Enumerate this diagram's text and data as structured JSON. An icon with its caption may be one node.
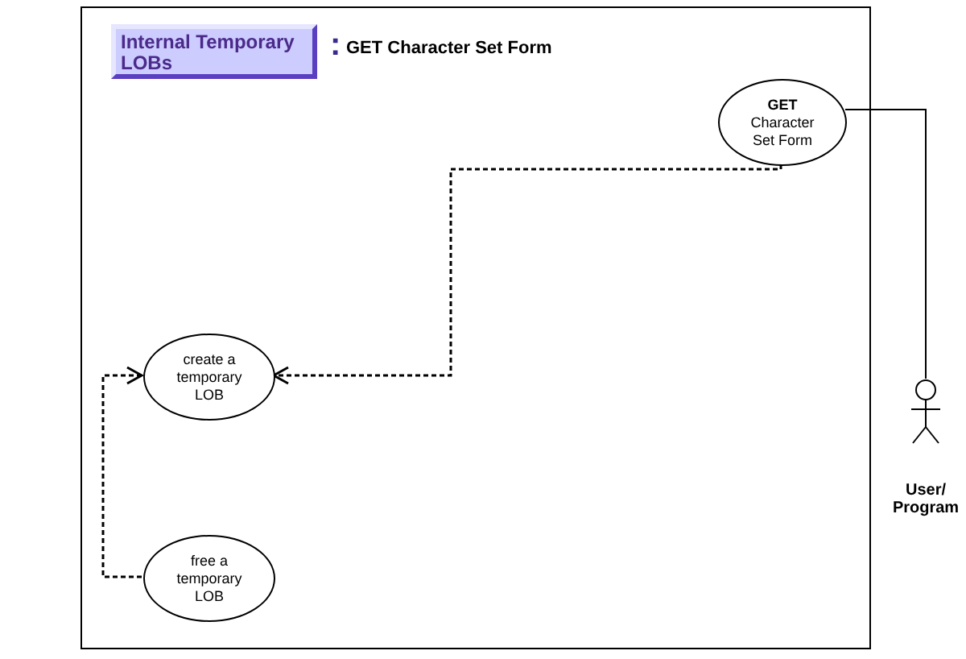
{
  "diagram": {
    "title": "GET Character Set Form",
    "nodes": [
      {
        "text": [],
        "shape": "box"
      },
      {
        "text": [
          "Internal Temporary LOBs"
        ],
        "in": 0
      },
      {
        "text": [
          "**GET** Character Set Form"
        ],
        "in": 0
      },
      {
        "text": [
          "create a temporary LOB"
        ],
        "in": 0
      },
      {
        "text": [
          "free a temporary LOB"
        ],
        "in": 0
      },
      {
        "text": [],
        "shape": "person",
        "beside": [
          "User/ Program"
        ]
      }
    ],
    "edges": [
      {
        "from": 2,
        "to": 3,
        "arrow": "to",
        "style": "dashed"
      },
      {
        "from": 4,
        "to": 3,
        "arrow": "to",
        "style": "dashed"
      },
      {
        "from": 5,
        "to": 2,
        "arrow": "none"
      }
    ],
    "labels": [
      ":"
    ]
  }
}
